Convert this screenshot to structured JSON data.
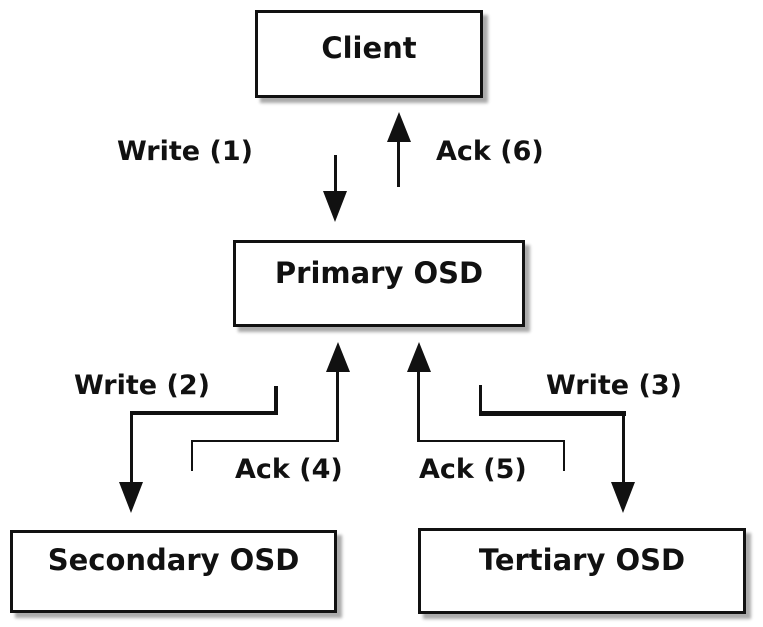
{
  "diagram": {
    "nodes": {
      "client": {
        "label": "Client"
      },
      "primary": {
        "label": "Primary OSD"
      },
      "secondary": {
        "label": "Secondary OSD"
      },
      "tertiary": {
        "label": "Tertiary OSD"
      }
    },
    "edges": {
      "write1": {
        "label": "Write (1)",
        "from": "client",
        "to": "primary",
        "direction": "down"
      },
      "ack6": {
        "label": "Ack (6)",
        "from": "primary",
        "to": "client",
        "direction": "up"
      },
      "write2": {
        "label": "Write (2)",
        "from": "primary",
        "to": "secondary",
        "direction": "down"
      },
      "write3": {
        "label": "Write (3)",
        "from": "primary",
        "to": "tertiary",
        "direction": "down"
      },
      "ack4": {
        "label": "Ack (4)",
        "from": "secondary",
        "to": "primary",
        "direction": "up"
      },
      "ack5": {
        "label": "Ack (5)",
        "from": "tertiary",
        "to": "primary",
        "direction": "up"
      }
    },
    "colors": {
      "line": "#111111",
      "box_background": "#ffffff",
      "shadow": "#ababab",
      "page_background": "#ffffff"
    }
  }
}
